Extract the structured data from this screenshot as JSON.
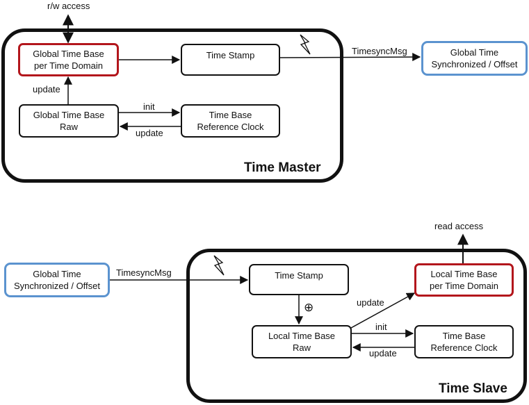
{
  "master": {
    "title": "Time Master",
    "rw_access": "r/w access",
    "global_time_base": "Global Time Base\nper Time Domain",
    "time_stamp": "Time Stamp",
    "global_time_base_raw": "Global Time Base\nRaw",
    "time_base_ref_clock": "Time Base\nReference Clock",
    "update_up": "update",
    "init": "init",
    "update_back": "update",
    "timesync_msg": "TimesyncMsg",
    "global_sync_offset": "Global Time\nSynchronized / Offset"
  },
  "slave": {
    "title": "Time Slave",
    "read_access": "read access",
    "global_sync_offset": "Global Time\nSynchronized / Offset",
    "timesync_msg": "TimesyncMsg",
    "time_stamp": "Time Stamp",
    "local_time_base": "Local Time Base\nper Time Domain",
    "local_time_base_raw": "Local Time Base\nRaw",
    "time_base_ref_clock": "Time Base\nReference Clock",
    "update_diag": "update",
    "init": "init",
    "update_back": "update",
    "oplus": "⊕"
  },
  "colors": {
    "outline": "#111111",
    "highlight_red": "#b3161c",
    "external_blue": "#5b93cf"
  }
}
